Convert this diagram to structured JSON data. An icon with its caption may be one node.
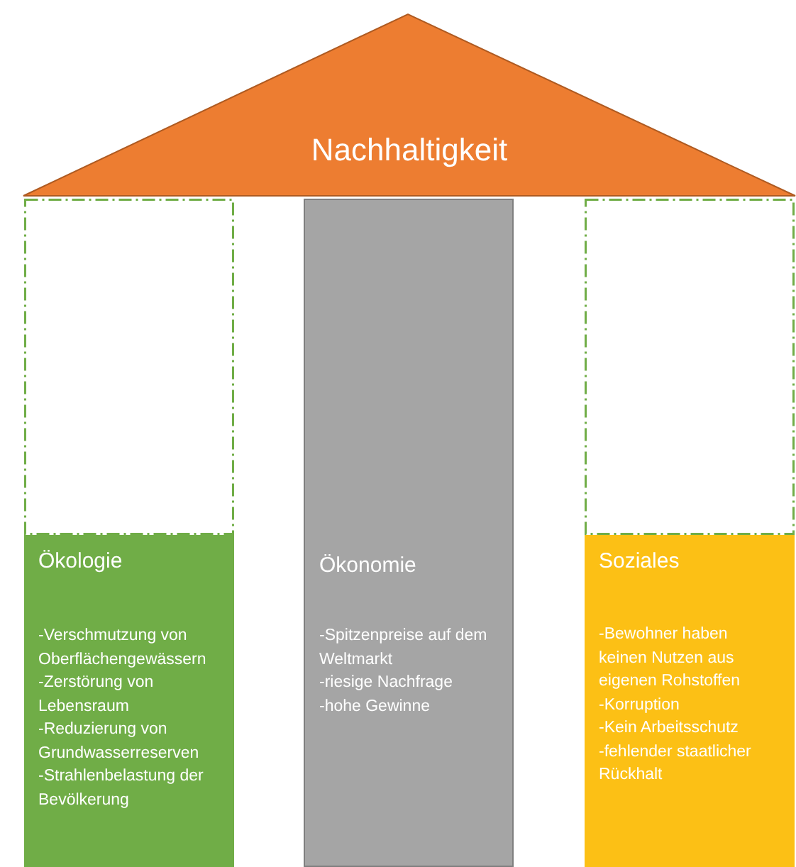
{
  "diagram": {
    "nodes": [
      {
        "text": [
          "Nachhaltigkeit"
        ]
      },
      {
        "text": [],
        "shape": "box"
      },
      {
        "text": [
          "Ökologie",
          "-Verschmutzung von Oberflächengewässern",
          "-Zerstörung von Lebensraum",
          "-Reduzierung von Grundwasserreserven",
          "-Strahlenbelastung der Bevölkerung"
        ]
      },
      {
        "text": [
          "Ökonomie",
          "-Spitzenpreise auf dem Weltmarkt",
          "-riesige Nachfrage",
          "-hohe Gewinne"
        ]
      },
      {
        "text": [],
        "shape": "box"
      },
      {
        "text": [
          "Soziales",
          "-Bewohner haben keinen Nutzen aus eigenen Rohstoffen",
          "-Korruption",
          "-Kein Arbeitsschutz",
          "-fehlender staatlicher Rückhalt"
        ]
      }
    ]
  }
}
